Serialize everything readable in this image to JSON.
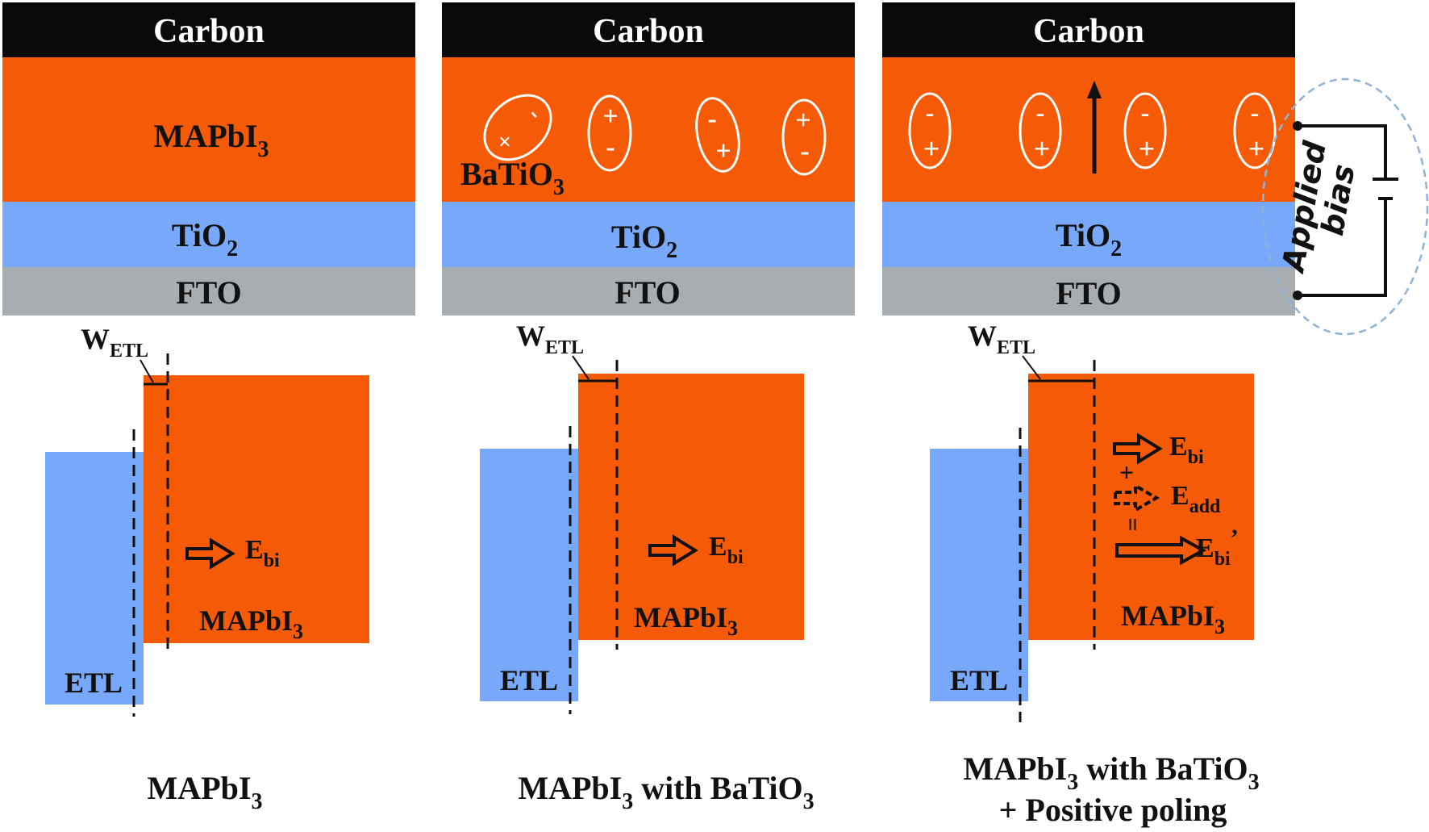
{
  "colors": {
    "carbon": "#0a0a0a",
    "perovskite": "#f55a06",
    "tio2": "#78a8fa",
    "fto": "#a7adb1",
    "etl": "#78a8fa",
    "ink": "#111111",
    "white": "#ffffff",
    "bias_loop": "#8fb3d6"
  },
  "panels": [
    {
      "layers": {
        "carbon": "Carbon",
        "perovskite": "MAPbI",
        "perovskite_sub": "3",
        "tio2": "TiO",
        "tio2_sub": "2",
        "fto": "FTO"
      },
      "band": {
        "w_label": "W",
        "w_sub": "ETL",
        "field": "E",
        "field_sub": "bi",
        "perovskite": "MAPbI",
        "perovskite_sub": "3",
        "etl": "ETL"
      },
      "caption": {
        "line1_main": "MAPbI",
        "line1_sub": "3"
      }
    },
    {
      "layers": {
        "carbon": "Carbon",
        "filler_label": "BaTiO",
        "filler_sub": "3",
        "tio2": "TiO",
        "tio2_sub": "2",
        "fto": "FTO"
      },
      "dipoles": [
        {
          "top": "-",
          "bottom": "×",
          "orientation": "tilted"
        },
        {
          "top": "+",
          "bottom": "-",
          "orientation": "upright"
        },
        {
          "top": "-",
          "bottom": "+",
          "orientation": "slightly tilted"
        },
        {
          "top": "+",
          "bottom": "-",
          "orientation": "upright"
        }
      ],
      "band": {
        "w_label": "W",
        "w_sub": "ETL",
        "field": "E",
        "field_sub": "bi",
        "perovskite": "MAPbI",
        "perovskite_sub": "3",
        "etl": "ETL"
      },
      "caption": {
        "line1_main": "MAPbI",
        "line1_sub": "3",
        "line1_rest": " with BaTiO",
        "line1_sub2": "3"
      }
    },
    {
      "layers": {
        "carbon": "Carbon",
        "tio2": "TiO",
        "tio2_sub": "2",
        "fto": "FTO"
      },
      "dipoles": [
        {
          "top": "-",
          "bottom": "+"
        },
        {
          "top": "-",
          "bottom": "+"
        },
        {
          "top": "-",
          "bottom": "+"
        },
        {
          "top": "-",
          "bottom": "+"
        }
      ],
      "bias": {
        "line1": "Applied",
        "line2": "bias"
      },
      "band": {
        "w_label": "W",
        "w_sub": "ETL",
        "field1": "E",
        "field1_sub": "bi",
        "plus": "+",
        "field2": "E",
        "field2_sub": "add",
        "equals": "=",
        "field3": "E",
        "field3_sub": "bi",
        "field3_prime": "’",
        "perovskite": "MAPbI",
        "perovskite_sub": "3",
        "etl": "ETL"
      },
      "caption": {
        "line1_main": "MAPbI",
        "line1_sub": "3",
        "line1_rest": " with BaTiO",
        "line1_sub2": "3",
        "line2": "+ Positive poling"
      }
    }
  ]
}
